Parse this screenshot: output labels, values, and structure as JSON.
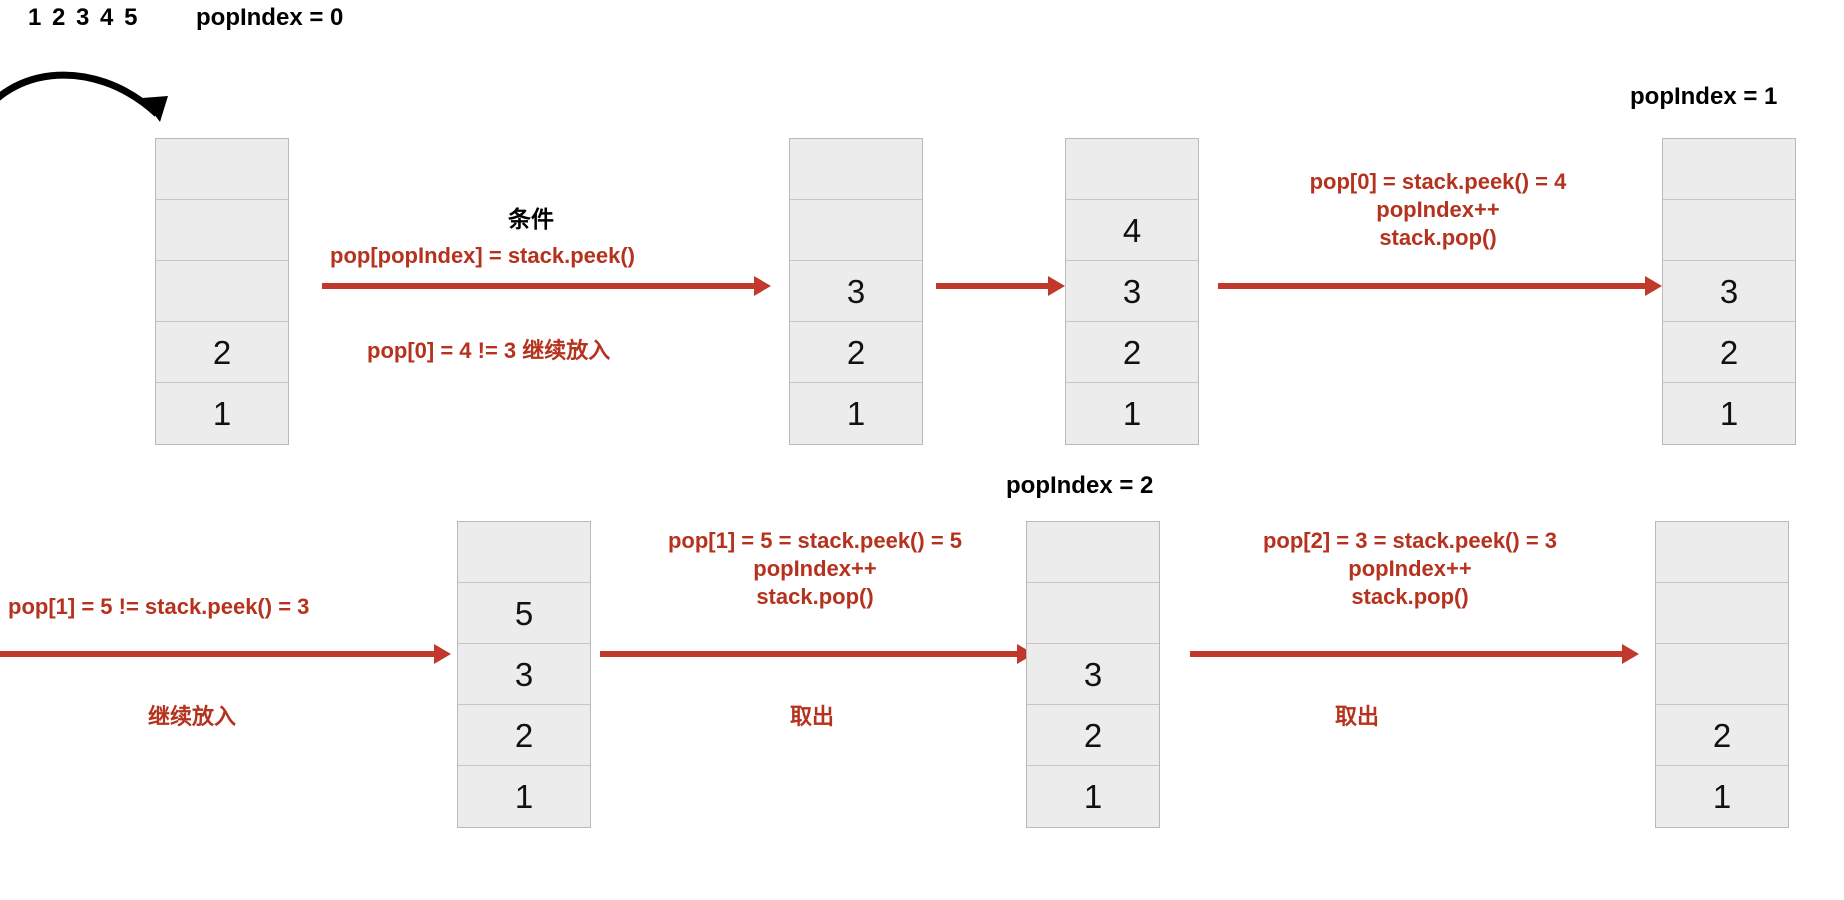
{
  "diagram": {
    "title_sequence": "1 2 3 4 5",
    "accent_red": "#b5321e",
    "arrow_red": "#c0392b",
    "cell_fill": "#ececec",
    "labels": {
      "pop_index_0": "popIndex = 0",
      "pop_index_1": "popIndex = 1",
      "pop_index_2": "popIndex = 2",
      "condition": "条件"
    },
    "curved_arrow_icon": "curved-arrow-icon",
    "stacks": [
      {
        "id": "stack-1",
        "cells": [
          "",
          "",
          "",
          "2",
          "1"
        ]
      },
      {
        "id": "stack-2",
        "cells": [
          "",
          "",
          "3",
          "2",
          "1"
        ]
      },
      {
        "id": "stack-3",
        "cells": [
          "",
          "4",
          "3",
          "2",
          "1"
        ]
      },
      {
        "id": "stack-4",
        "cells": [
          "",
          "",
          "3",
          "2",
          "1"
        ]
      },
      {
        "id": "stack-5",
        "cells": [
          "",
          "5",
          "3",
          "2",
          "1"
        ]
      },
      {
        "id": "stack-6",
        "cells": [
          "",
          "",
          "3",
          "2",
          "1"
        ]
      },
      {
        "id": "stack-7",
        "cells": [
          "",
          "",
          "",
          "2",
          "1"
        ]
      }
    ],
    "annotations": {
      "step1_above": "pop[popIndex] =  stack.peek()",
      "step1_below": "pop[0] =  4 != 3  继续放入",
      "step3_line1": "pop[0] =  stack.peek() = 4",
      "step3_line2": "popIndex++",
      "step3_line3": "stack.pop()",
      "step4_above": "pop[1] = 5 !=  stack.peek() = 3",
      "step4_below": "继续放入",
      "step5_line1": "pop[1] = 5 =  stack.peek() = 5",
      "step5_line2": "popIndex++",
      "step5_line3": "stack.pop()",
      "step5_below": "取出",
      "step6_line1": "pop[2] = 3 =  stack.peek() = 3",
      "step6_line2": "popIndex++",
      "step6_line3": "stack.pop()",
      "step6_below": "取出"
    }
  }
}
